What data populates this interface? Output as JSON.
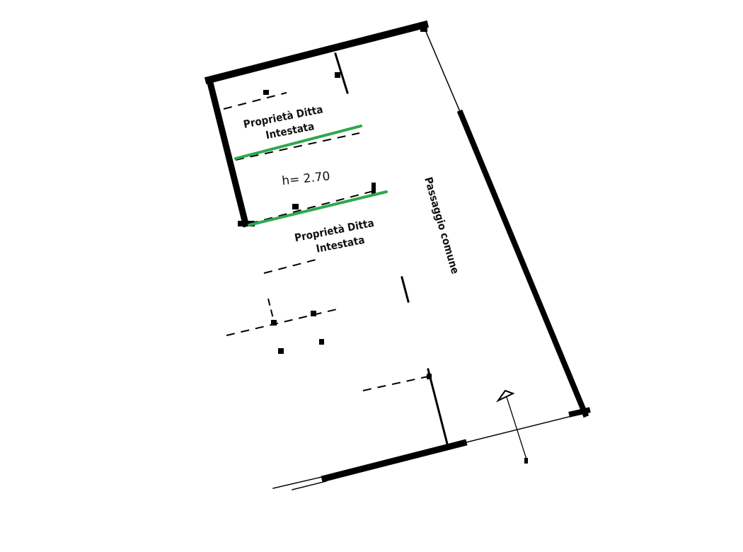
{
  "plan": {
    "room_labels": [
      {
        "line1": "Proprietà Ditta",
        "line2": "Intestata"
      },
      {
        "line1": "Proprietà Ditta",
        "line2": "Intestata"
      }
    ],
    "height_label": "h= 2.70",
    "corridor_label": "Passaggio comune",
    "highlight_color": "#2ea84f",
    "wall_color": "#000000",
    "north_arrow": "north-arrow"
  }
}
